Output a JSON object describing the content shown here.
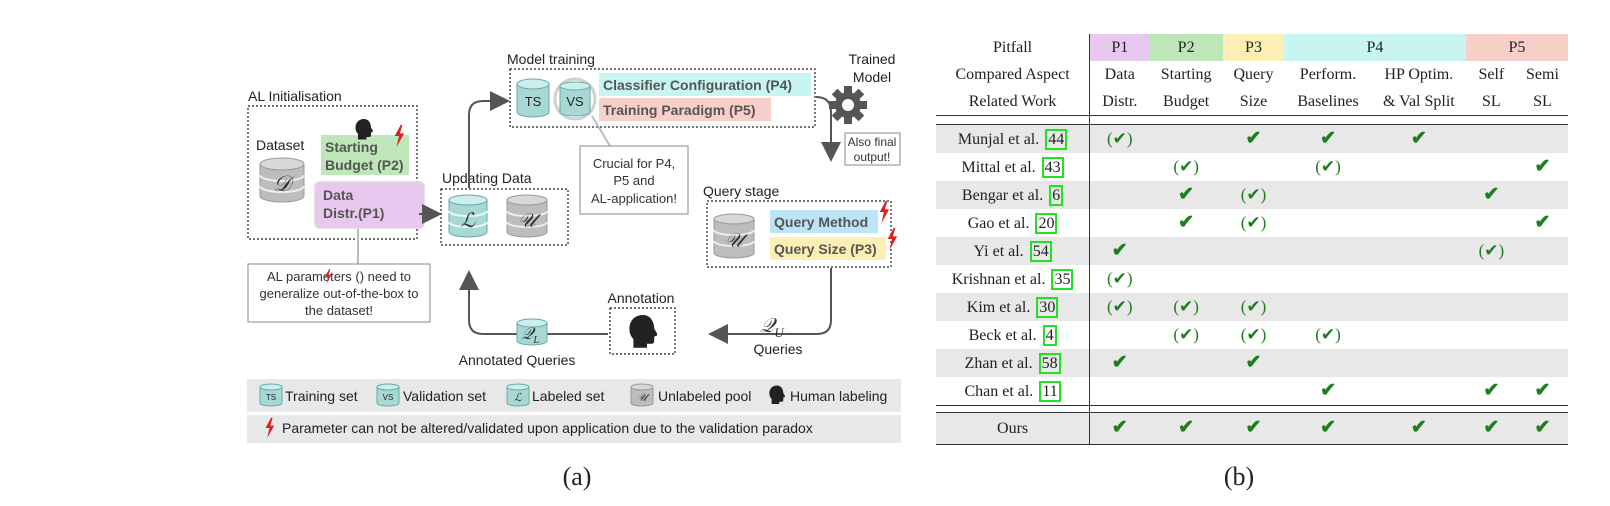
{
  "diagram": {
    "al_init_title": "AL Initialisation",
    "dataset_label": "Dataset",
    "dataset_symbol": "𝒟",
    "starting_budget_label": [
      "Starting",
      "Budget (P2)"
    ],
    "data_distr_label": [
      "Data",
      "Distr.(P1)"
    ],
    "model_training_title": "Model training",
    "ts_label": "TS",
    "vs_label": "VS",
    "classifier_config_label": "Classifier Configuration (P4)",
    "training_paradigm_label": "Training Paradigm (P5)",
    "trained_model_label": [
      "Trained",
      "Model"
    ],
    "also_final_label": [
      "Also final",
      "output!"
    ],
    "updating_data_title": "Updating Data",
    "labeled_symbol": "ℒ",
    "unlabeled_symbol": "𝒰",
    "crucial_note": [
      "Crucial for P4,",
      "P5 and",
      "AL-application!"
    ],
    "query_stage_title": "Query stage",
    "query_method_label": "Query Method",
    "query_size_label": "Query Size (P3)",
    "al_params_note_parts": [
      "AL parameters (",
      ") need to",
      "generalize out-of-the-box to",
      "the dataset!"
    ],
    "annotation_title": "Annotation",
    "q_l_symbol": "𝒬",
    "q_l_sub": "L",
    "q_u_symbol": "𝒬",
    "q_u_sub": "U",
    "queries_label": "Queries",
    "annotated_queries_label": "Annotated Queries",
    "legend": {
      "training_set": "Training set",
      "validation_set": "Validation set",
      "labeled_set": "Labeled set",
      "unlabeled_pool": "Unlabeled pool",
      "human_labeling": "Human labeling",
      "paradox_note": "Parameter can not be altered/validated upon application due to the validation paradox"
    },
    "colors": {
      "pink": "#e8c8ef",
      "green": "#bfe6b8",
      "yellow": "#fbefb3",
      "cyan": "#c8f5f0",
      "salmon": "#f9cfc9",
      "blue": "#bde3f7",
      "lightning": "#e02020"
    }
  },
  "table": {
    "pitfall_label": "Pitfall",
    "aspect_label": "Compared Aspect",
    "related_label": "Related Work",
    "pitfalls": [
      "P1",
      "P2",
      "P3",
      "P4",
      "P5"
    ],
    "aspects_line1": [
      "Data",
      "Starting",
      "Query",
      "Perform.",
      "HP Optim.",
      "Self",
      "Semi"
    ],
    "aspects_line2": [
      "Distr.",
      "Budget",
      "Size",
      "Baselines",
      "& Val Split",
      "SL",
      "SL"
    ],
    "rows": [
      {
        "name": "Munjal et al.",
        "ref": "44",
        "marks": [
          "(✔)",
          "",
          "✔",
          "✔",
          "✔",
          "",
          ""
        ]
      },
      {
        "name": "Mittal et al.",
        "ref": "43",
        "marks": [
          "",
          "(✔)",
          "",
          "(✔)",
          "",
          "",
          "✔"
        ]
      },
      {
        "name": "Bengar et al.",
        "ref": "6",
        "marks": [
          "",
          "✔",
          "(✔)",
          "",
          "",
          "✔",
          ""
        ]
      },
      {
        "name": "Gao et al.",
        "ref": "20",
        "marks": [
          "",
          "✔",
          "(✔)",
          "",
          "",
          "",
          "✔"
        ]
      },
      {
        "name": "Yi et al.",
        "ref": "54",
        "marks": [
          "✔",
          "",
          "",
          "",
          "",
          "(✔)",
          ""
        ]
      },
      {
        "name": "Krishnan et al.",
        "ref": "35",
        "marks": [
          "(✔)",
          "",
          "",
          "",
          "",
          "",
          ""
        ]
      },
      {
        "name": "Kim et al.",
        "ref": "30",
        "marks": [
          "(✔)",
          "(✔)",
          "(✔)",
          "",
          "",
          "",
          ""
        ]
      },
      {
        "name": "Beck et al.",
        "ref": "4",
        "marks": [
          "",
          "(✔)",
          "(✔)",
          "(✔)",
          "",
          "",
          ""
        ]
      },
      {
        "name": "Zhan et al.",
        "ref": "58",
        "marks": [
          "✔",
          "",
          "✔",
          "",
          "",
          "",
          ""
        ]
      },
      {
        "name": "Chan et al.",
        "ref": "11",
        "marks": [
          "",
          "",
          "",
          "✔",
          "",
          "✔",
          "✔"
        ]
      }
    ],
    "ours": {
      "name": "Ours",
      "marks": [
        "✔",
        "✔",
        "✔",
        "✔",
        "✔",
        "✔",
        "✔"
      ]
    }
  },
  "captions": {
    "a": "(a)",
    "b": "(b)"
  }
}
